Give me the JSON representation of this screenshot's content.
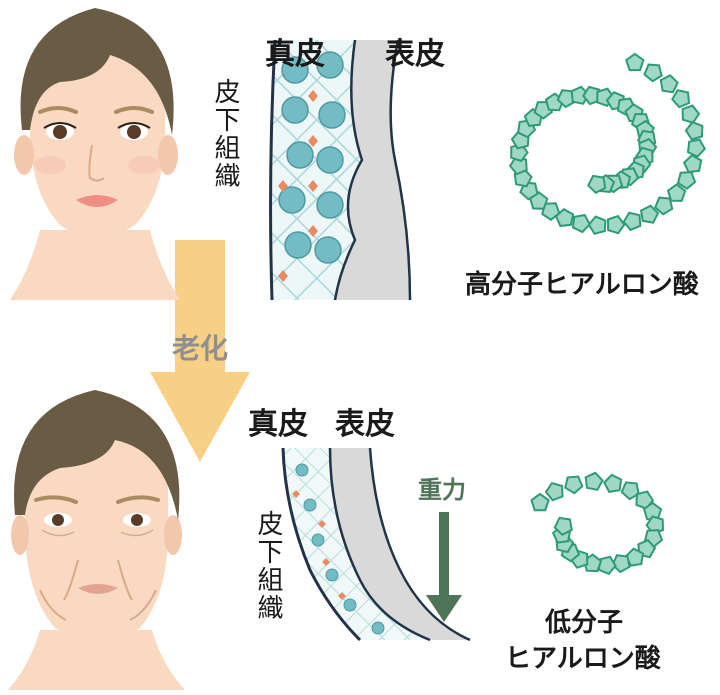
{
  "young": {
    "layer_dermis": "真皮",
    "layer_epidermis": "表皮",
    "layer_subcutaneous": "皮下組織",
    "molecule_label": "高分子ヒアルロン酸"
  },
  "aging_arrow_label": "老化",
  "old": {
    "layer_dermis": "真皮",
    "layer_epidermis": "表皮",
    "layer_subcutaneous": "皮下組織",
    "gravity_label": "重力",
    "molecule_label_line1": "低分子",
    "molecule_label_line2": "ヒアルロン酸"
  },
  "colors": {
    "hyaluronic_fill": "#9fd8c5",
    "hyaluronic_stroke": "#2f9a79",
    "aging_arrow": "#f7cf85",
    "gravity_arrow": "#4f7458",
    "skin": "#f9d9c2",
    "hair": "#6a5b45",
    "dermis_cell": "#73bcc4",
    "fibroblast": "#e78b63",
    "epidermis": "#d9d9d9"
  },
  "icons": [
    "young-face-icon",
    "aged-face-icon",
    "hyaluronic-chain-icon",
    "skin-cross-section-icon"
  ]
}
